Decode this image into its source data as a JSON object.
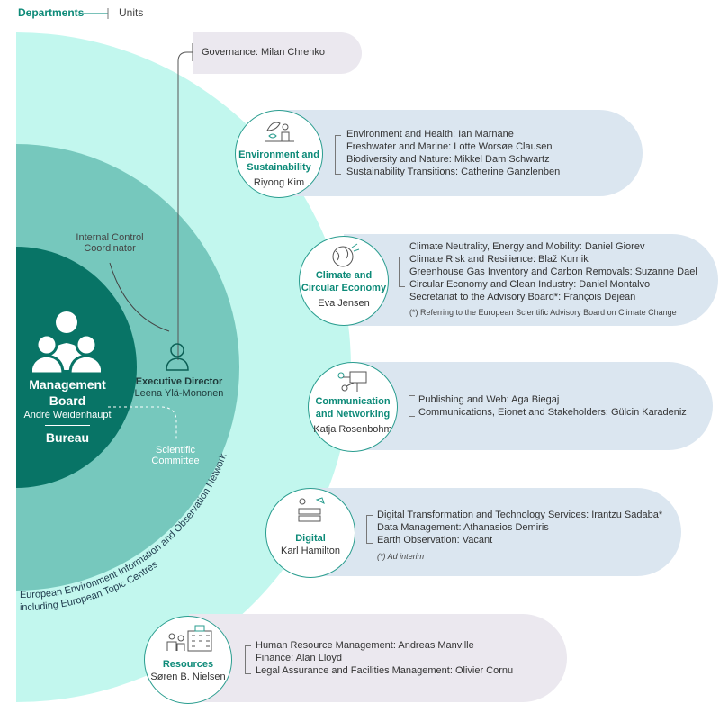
{
  "legend": {
    "departments": "Departments",
    "units": "Units"
  },
  "governance": {
    "label": "Governance: Milan Chrenko"
  },
  "management": {
    "board_line1": "Management",
    "board_line2": "Board",
    "chair": "André Weidenhaupt",
    "bureau": "Bureau"
  },
  "executive": {
    "title": "Executive Director",
    "name": "Leena Ylä-Mononen",
    "internal_control_line1": "Internal Control",
    "internal_control_line2": "Coordinator",
    "scientific_line1": "Scientific",
    "scientific_line2": "Committee"
  },
  "network": {
    "line1": "European Environment Information and Observation Network",
    "line2": "including European Topic Centres"
  },
  "departments": [
    {
      "name_line1": "Environment and",
      "name_line2": "Sustainability",
      "head": "Riyong Kim",
      "units": [
        "Environment and Health: Ian Marnane",
        "Freshwater and Marine: Lotte Worsøe Clausen",
        "Biodiversity and Nature: Mikkel Dam Schwartz",
        "Sustainability Transitions: Catherine Ganzlenben"
      ],
      "note": ""
    },
    {
      "name_line1": "Climate and",
      "name_line2": "Circular Economy",
      "head": "Eva Jensen",
      "units": [
        "Climate Neutrality, Energy and Mobility: Daniel Giorev",
        "Climate Risk and Resilience: Blaž Kurnik",
        "Greenhouse Gas Inventory and Carbon Removals: Suzanne Dael",
        "Circular Economy and Clean Industry: Daniel Montalvo",
        "Secretariat to the Advisory Board*: François Dejean"
      ],
      "note": "(*) Referring to the European Scientific Advisory Board on Climate Change"
    },
    {
      "name_line1": "Communication",
      "name_line2": "and Networking",
      "head": "Katja Rosenbohm",
      "units": [
        "Publishing and Web: Aga Biegaj",
        "Communications, Eionet and Stakeholders: Gülcin Karadeniz"
      ],
      "note": ""
    },
    {
      "name_line1": "Digital",
      "name_line2": "",
      "head": "Karl Hamilton",
      "units": [
        "Digital Transformation and Technology Services: Irantzu Sadaba*",
        "Data Management: Athanasios Demiris",
        "Earth Observation: Vacant"
      ],
      "note": "(*) Ad interim"
    },
    {
      "name_line1": "Resources",
      "name_line2": "",
      "head": "Søren B. Nielsen",
      "units": [
        "Human Resource Management: Andreas Manville",
        "Finance: Alan Lloyd",
        "Legal Assurance and Facilities Management: Olivier Cornu"
      ],
      "note": ""
    }
  ],
  "colors": {
    "outer_ring": "#c2f7ee",
    "middle_ring": "#76c8bd",
    "core": "#087466",
    "accent_text": "#0d8a78",
    "pill_blue": "#dbe6f0",
    "pill_grey": "#ebe8ef"
  }
}
